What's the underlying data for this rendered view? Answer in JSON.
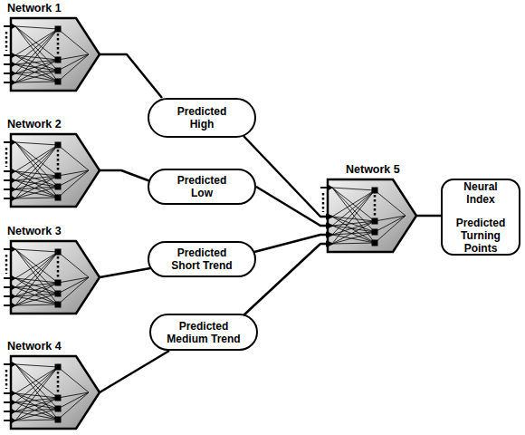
{
  "diagram": {
    "nodes": [
      {
        "text": [
          "Network 1"
        ]
      },
      {
        "text": [
          "Network 2"
        ]
      },
      {
        "text": [
          "Network 3"
        ]
      },
      {
        "text": [
          "Network 4"
        ]
      },
      {
        "text": [
          "Predicted High"
        ]
      },
      {
        "text": [
          "Predicted Low"
        ]
      },
      {
        "text": [
          "Predicted Short Trend"
        ]
      },
      {
        "text": [
          "Predicted Medium Trend"
        ]
      },
      {
        "text": [
          "Network 5"
        ]
      },
      {
        "text": [
          "Neural Index",
          "Predicted Turning Points"
        ]
      }
    ],
    "edges": [
      {
        "from": 0,
        "to": 4,
        "arrow": "none"
      },
      {
        "from": 1,
        "to": 5,
        "arrow": "none"
      },
      {
        "from": 2,
        "to": 6,
        "arrow": "none"
      },
      {
        "from": 3,
        "to": 7,
        "arrow": "none"
      },
      {
        "from": 4,
        "to": 8,
        "arrow": "to"
      },
      {
        "from": 5,
        "to": 8,
        "arrow": "to"
      },
      {
        "from": 6,
        "to": 8,
        "arrow": "to"
      },
      {
        "from": 7,
        "to": 8,
        "arrow": "to"
      },
      {
        "from": 8,
        "to": 9,
        "arrow": "none"
      }
    ]
  }
}
